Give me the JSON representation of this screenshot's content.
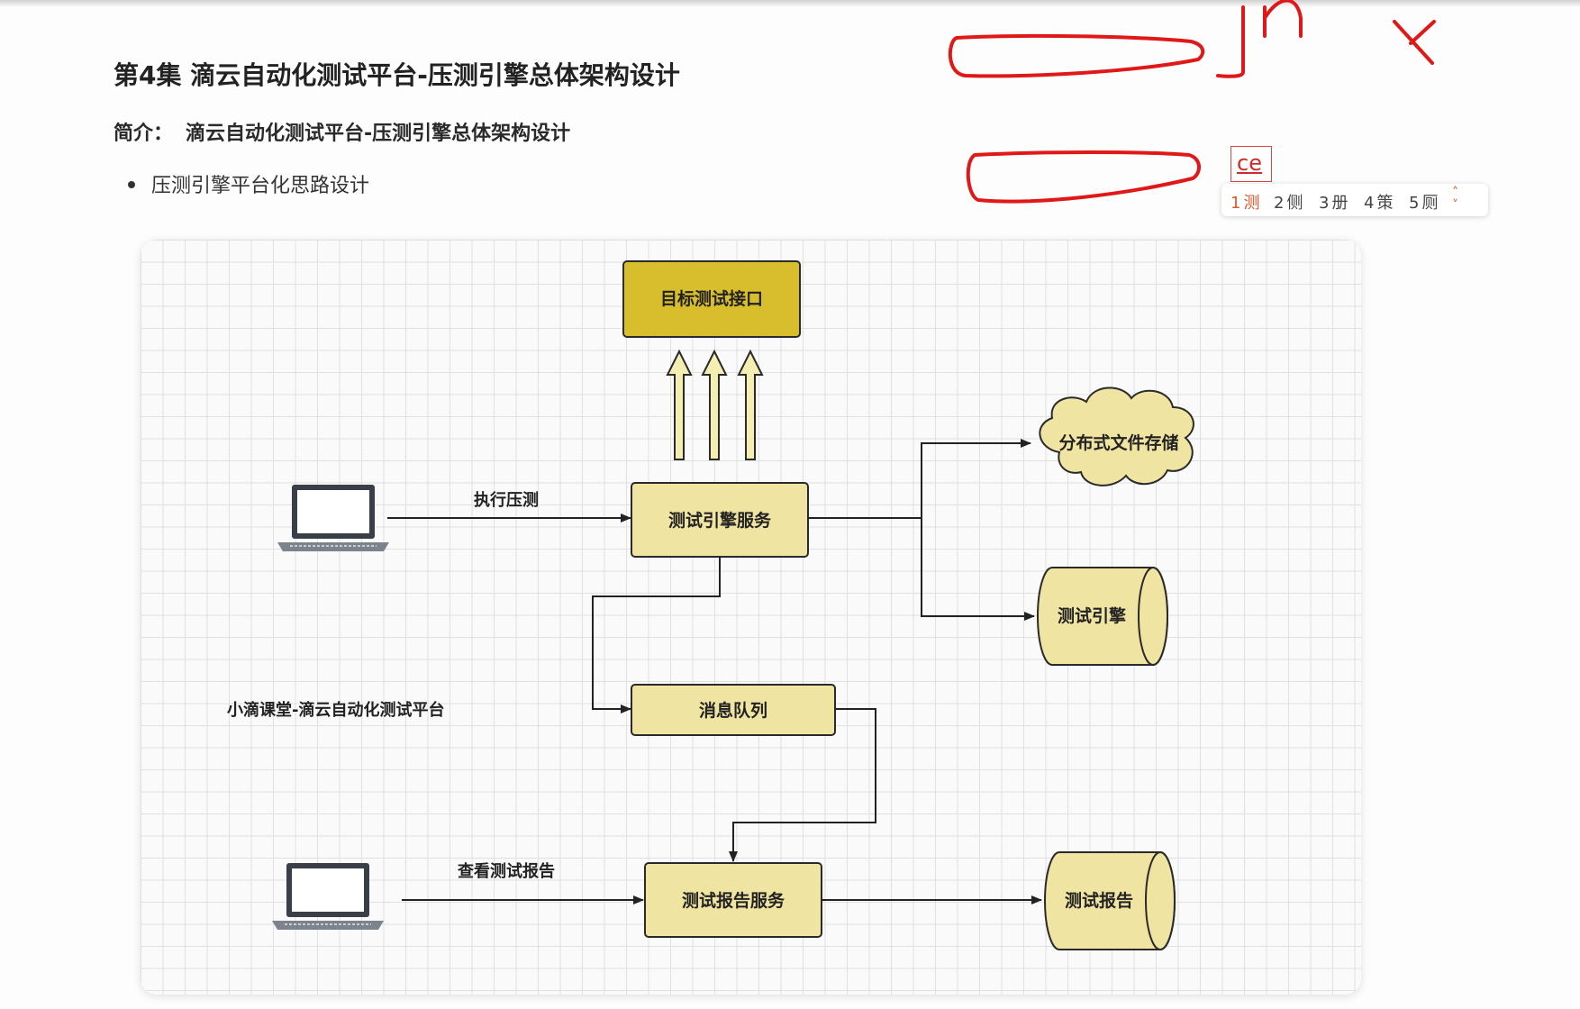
{
  "header": {
    "title": "第4集 滴云自动化测试平台-压测引擎总体架构设计",
    "intro_label": "简介：",
    "intro_text": "滴云自动化测试平台-压测引擎总体架构设计",
    "bullet": "压测引擎平台化思路设计"
  },
  "ime": {
    "input": "ce",
    "candidates": [
      {
        "num": "1",
        "char": "测"
      },
      {
        "num": "2",
        "char": "侧"
      },
      {
        "num": "3",
        "char": "册"
      },
      {
        "num": "4",
        "char": "策"
      },
      {
        "num": "5",
        "char": "厕"
      }
    ],
    "accent": "#e2572a"
  },
  "annotations": {
    "color": "#e01818"
  },
  "diagram": {
    "nodes": {
      "target_api": "目标测试接口",
      "engine_service": "测试引擎服务",
      "dfs": "分布式文件存储",
      "engine_db": "测试引擎",
      "mq": "消息队列",
      "report_service": "测试报告服务",
      "report_db": "测试报告"
    },
    "edges": {
      "exec_load_test": "执行压测",
      "view_report": "查看测试报告"
    },
    "caption": "小滴课堂-滴云自动化测试平台",
    "colors": {
      "target_fill": "#d8bd2d",
      "node_fill": "#f0e4a2",
      "stroke": "#2a2a2a",
      "arrow_fill": "#f5eeb2"
    }
  }
}
